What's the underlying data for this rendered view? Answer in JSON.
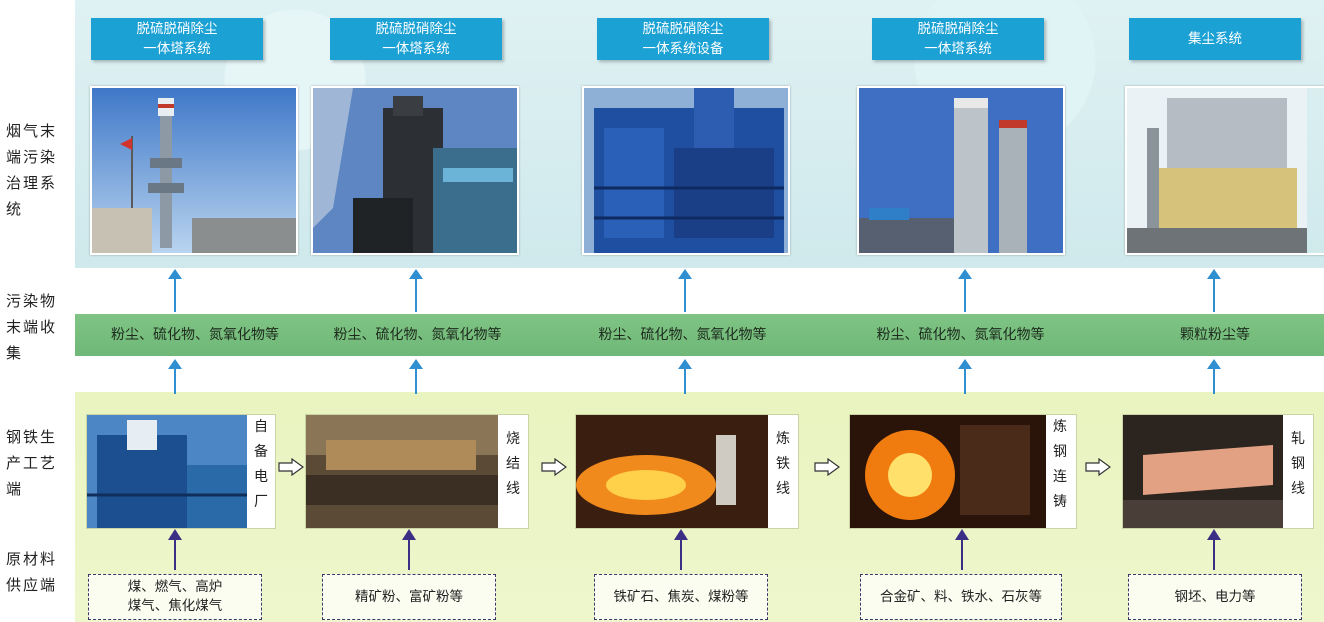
{
  "row_labels": {
    "governance": "烟气末端污染治理系统",
    "collection": "污染物末端收集",
    "production": "钢铁生产工艺端",
    "raw": "原材料供应端"
  },
  "governance_systems": [
    {
      "title_line1": "脱硫脱硝除尘",
      "title_line2": "一体塔系统"
    },
    {
      "title_line1": "脱硫脱硝除尘",
      "title_line2": "一体塔系统"
    },
    {
      "title_line1": "脱硫脱硝除尘",
      "title_line2": "一体系统设备"
    },
    {
      "title_line1": "脱硫脱硝除尘",
      "title_line2": "一体塔系统"
    },
    {
      "title_line1": "集尘系统",
      "title_line2": ""
    }
  ],
  "pollutants": [
    "粉尘、硫化物、氮氧化物等",
    "粉尘、硫化物、氮氧化物等",
    "粉尘、硫化物、氮氧化物等",
    "粉尘、硫化物、氮氧化物等",
    "颗粒粉尘等"
  ],
  "processes": [
    {
      "label": "自备电厂"
    },
    {
      "label": "烧结线"
    },
    {
      "label": "炼铁线"
    },
    {
      "label": "炼钢连铸"
    },
    {
      "label": "轧钢线"
    }
  ],
  "raw_materials": [
    {
      "line1": "煤、燃气、高炉",
      "line2": "煤气、焦化煤气"
    },
    {
      "line1": "精矿粉、富矿粉等",
      "line2": ""
    },
    {
      "line1": "铁矿石、焦炭、煤粉等",
      "line2": ""
    },
    {
      "line1": "合金矿、料、铁水、石灰等",
      "line2": ""
    },
    {
      "line1": "钢坯、电力等",
      "line2": ""
    }
  ],
  "colors": {
    "title_box": "#1ba1d4",
    "collection_strip": "#76bf7c",
    "up_arrow": "#2f8fd0",
    "raw_arrow": "#3a2e85"
  }
}
